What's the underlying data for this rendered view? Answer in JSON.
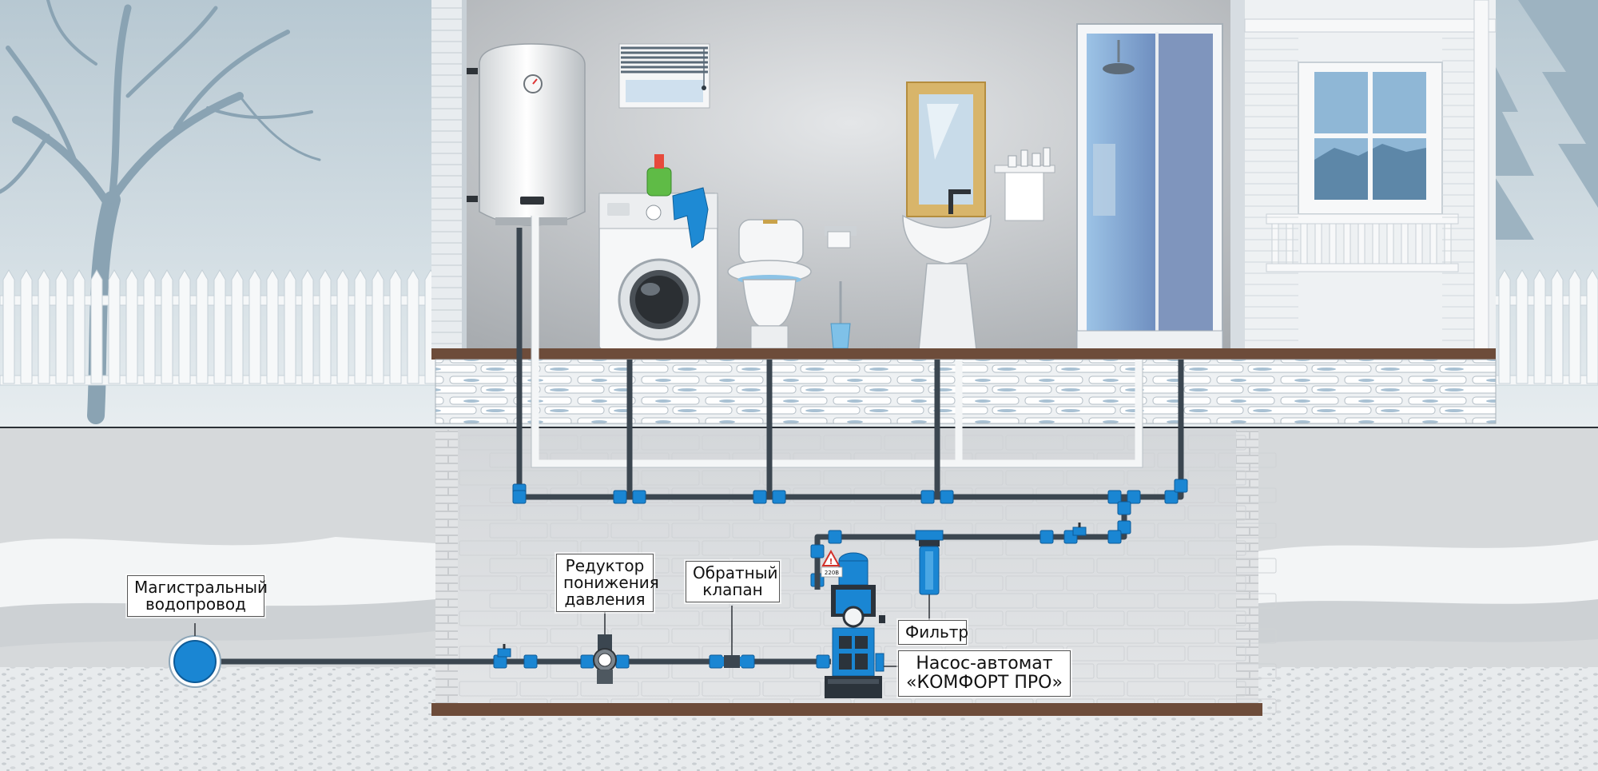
{
  "diagram": {
    "labels": {
      "main_water_line": [
        "Магистральный",
        "водопровод"
      ],
      "pressure_reducer": [
        "Редуктор",
        "понижения",
        "давления"
      ],
      "check_valve": [
        "Обратный",
        "клапан"
      ],
      "filter": [
        "Фильтр"
      ],
      "pump": [
        "Насос-автомат",
        "«КОМФОРТ ПРО»"
      ]
    },
    "pump_voltage_sticker": "220В",
    "colors": {
      "sky": "#cdd9e0",
      "house_wall": "#c3c6c9",
      "pipe_dark": "#3b4650",
      "pipe_blue": "#1a8fd6",
      "pipe_white": "#f2f4f5",
      "fitting_blue": "#1577c9",
      "floor_wood": "#6a4a39",
      "ground": "#d7dadc",
      "gravel": "#e9ecee"
    },
    "icons": [
      "water-heater-icon",
      "washing-machine-icon",
      "toilet-icon",
      "sink-icon",
      "shower-cabin-icon",
      "pump-icon",
      "filter-icon",
      "valve-icon",
      "pressure-reducer-icon",
      "check-valve-icon",
      "main-pipe-icon"
    ]
  }
}
